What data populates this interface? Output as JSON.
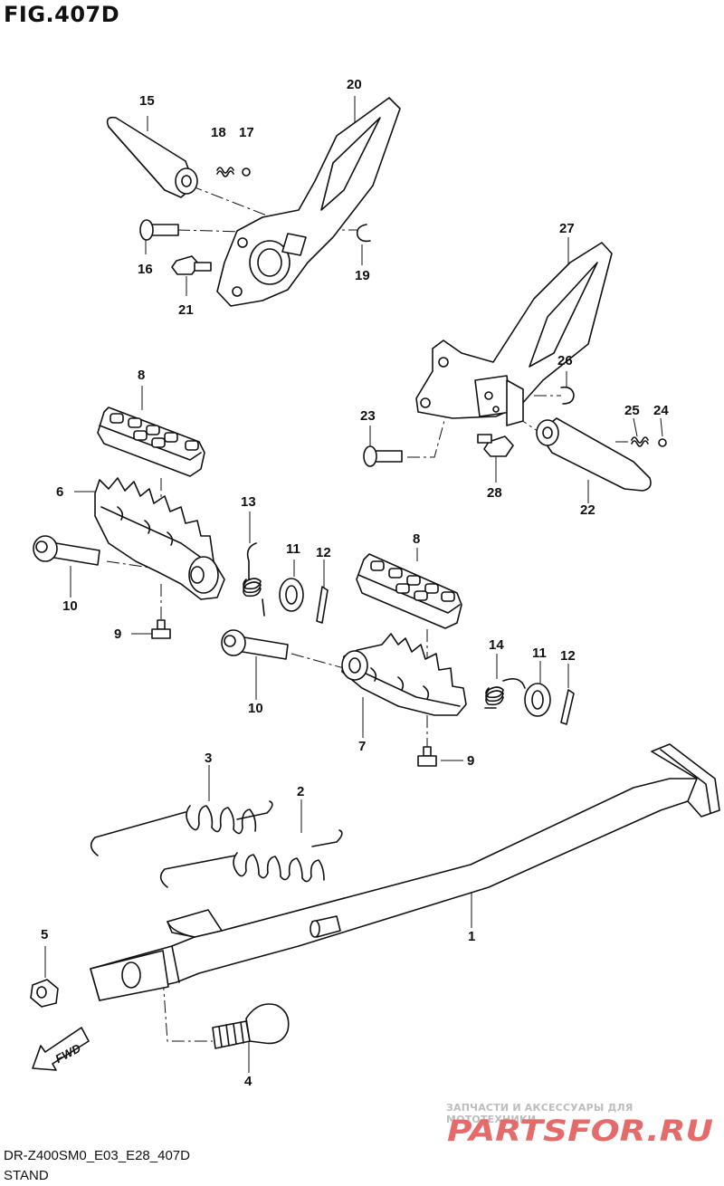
{
  "figure": {
    "title": "FIG.407D",
    "model_code": "DR-Z400SM0_E03_E28_407D",
    "section": "STAND",
    "fwd_label": "FWD"
  },
  "callouts": [
    {
      "id": "c1",
      "label": "1"
    },
    {
      "id": "c2",
      "label": "2"
    },
    {
      "id": "c3",
      "label": "3"
    },
    {
      "id": "c4",
      "label": "4"
    },
    {
      "id": "c5",
      "label": "5"
    },
    {
      "id": "c6",
      "label": "6"
    },
    {
      "id": "c7",
      "label": "7"
    },
    {
      "id": "c8a",
      "label": "8"
    },
    {
      "id": "c8b",
      "label": "8"
    },
    {
      "id": "c9a",
      "label": "9"
    },
    {
      "id": "c9b",
      "label": "9"
    },
    {
      "id": "c10a",
      "label": "10"
    },
    {
      "id": "c10b",
      "label": "10"
    },
    {
      "id": "c11a",
      "label": "11"
    },
    {
      "id": "c11b",
      "label": "11"
    },
    {
      "id": "c12a",
      "label": "12"
    },
    {
      "id": "c12b",
      "label": "12"
    },
    {
      "id": "c13",
      "label": "13"
    },
    {
      "id": "c14",
      "label": "14"
    },
    {
      "id": "c15",
      "label": "15"
    },
    {
      "id": "c16",
      "label": "16"
    },
    {
      "id": "c17",
      "label": "17"
    },
    {
      "id": "c18",
      "label": "18"
    },
    {
      "id": "c19",
      "label": "19"
    },
    {
      "id": "c20",
      "label": "20"
    },
    {
      "id": "c21",
      "label": "21"
    },
    {
      "id": "c22",
      "label": "22"
    },
    {
      "id": "c23",
      "label": "23"
    },
    {
      "id": "c24",
      "label": "24"
    },
    {
      "id": "c25",
      "label": "25"
    },
    {
      "id": "c26",
      "label": "26"
    },
    {
      "id": "c27",
      "label": "27"
    },
    {
      "id": "c28",
      "label": "28"
    }
  ],
  "watermark": {
    "tagline": "ЗАПЧАСТИ И АКСЕССУАРЫ ДЛЯ МОТОТЕХНИКИ",
    "logo": "PARTSFOR.RU",
    "color": "#e56a6a"
  }
}
